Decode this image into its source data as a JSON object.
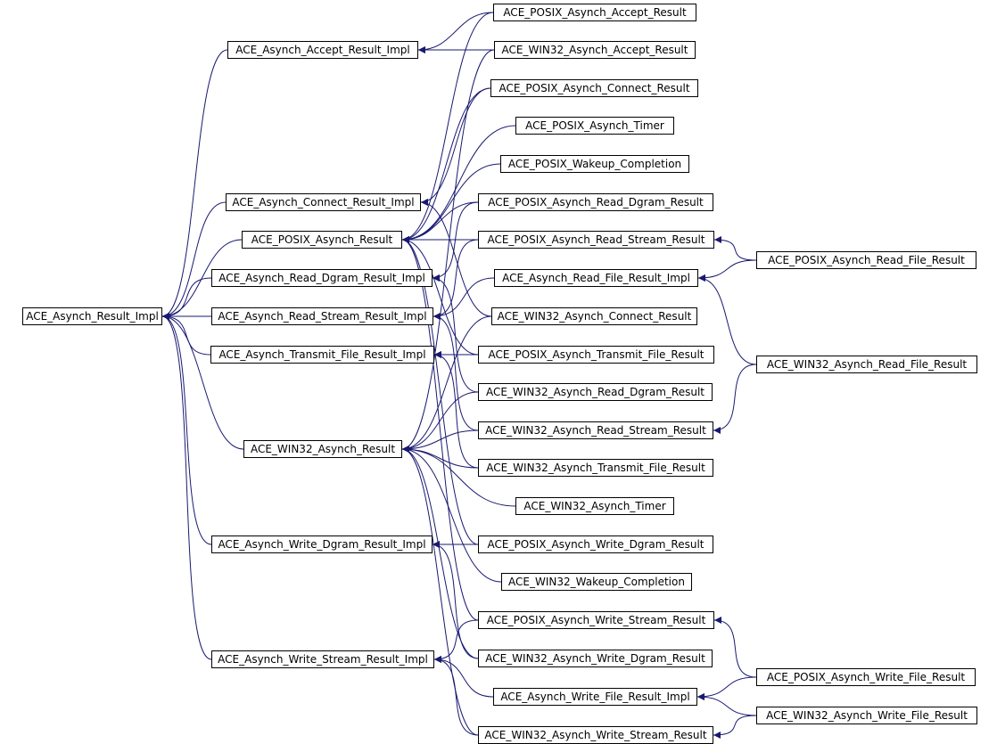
{
  "colors": {
    "edge": "#191970",
    "node_border": "#000000",
    "node_fill": "#ffffff",
    "text": "#000000"
  },
  "nodes": [
    {
      "id": "ace_asynch_result_impl",
      "label": "ACE_Asynch_Result_Impl"
    },
    {
      "id": "ace_asynch_accept_result_impl",
      "label": "ACE_Asynch_Accept_Result_Impl"
    },
    {
      "id": "ace_asynch_connect_result_impl",
      "label": "ACE_Asynch_Connect_Result_Impl"
    },
    {
      "id": "ace_posix_asynch_result",
      "label": "ACE_POSIX_Asynch_Result"
    },
    {
      "id": "ace_asynch_read_dgram_result_impl",
      "label": "ACE_Asynch_Read_Dgram_Result_Impl"
    },
    {
      "id": "ace_asynch_read_stream_result_impl",
      "label": "ACE_Asynch_Read_Stream_Result_Impl"
    },
    {
      "id": "ace_asynch_transmit_file_result_impl",
      "label": "ACE_Asynch_Transmit_File_Result_Impl"
    },
    {
      "id": "ace_win32_asynch_result",
      "label": "ACE_WIN32_Asynch_Result"
    },
    {
      "id": "ace_asynch_write_dgram_result_impl",
      "label": "ACE_Asynch_Write_Dgram_Result_Impl"
    },
    {
      "id": "ace_asynch_write_stream_result_impl",
      "label": "ACE_Asynch_Write_Stream_Result_Impl"
    },
    {
      "id": "ace_posix_asynch_accept_result",
      "label": "ACE_POSIX_Asynch_Accept_Result"
    },
    {
      "id": "ace_win32_asynch_accept_result",
      "label": "ACE_WIN32_Asynch_Accept_Result"
    },
    {
      "id": "ace_posix_asynch_connect_result",
      "label": "ACE_POSIX_Asynch_Connect_Result"
    },
    {
      "id": "ace_posix_asynch_timer",
      "label": "ACE_POSIX_Asynch_Timer"
    },
    {
      "id": "ace_posix_wakeup_completion",
      "label": "ACE_POSIX_Wakeup_Completion"
    },
    {
      "id": "ace_posix_asynch_read_dgram_result",
      "label": "ACE_POSIX_Asynch_Read_Dgram_Result"
    },
    {
      "id": "ace_posix_asynch_read_stream_result",
      "label": "ACE_POSIX_Asynch_Read_Stream_Result"
    },
    {
      "id": "ace_asynch_read_file_result_impl",
      "label": "ACE_Asynch_Read_File_Result_Impl"
    },
    {
      "id": "ace_win32_asynch_connect_result",
      "label": "ACE_WIN32_Asynch_Connect_Result"
    },
    {
      "id": "ace_posix_asynch_transmit_file_result",
      "label": "ACE_POSIX_Asynch_Transmit_File_Result"
    },
    {
      "id": "ace_win32_asynch_read_dgram_result",
      "label": "ACE_WIN32_Asynch_Read_Dgram_Result"
    },
    {
      "id": "ace_win32_asynch_read_stream_result",
      "label": "ACE_WIN32_Asynch_Read_Stream_Result"
    },
    {
      "id": "ace_win32_asynch_transmit_file_result",
      "label": "ACE_WIN32_Asynch_Transmit_File_Result"
    },
    {
      "id": "ace_win32_asynch_timer",
      "label": "ACE_WIN32_Asynch_Timer"
    },
    {
      "id": "ace_posix_asynch_write_dgram_result",
      "label": "ACE_POSIX_Asynch_Write_Dgram_Result"
    },
    {
      "id": "ace_win32_wakeup_completion",
      "label": "ACE_WIN32_Wakeup_Completion"
    },
    {
      "id": "ace_posix_asynch_write_stream_result",
      "label": "ACE_POSIX_Asynch_Write_Stream_Result"
    },
    {
      "id": "ace_win32_asynch_write_dgram_result",
      "label": "ACE_WIN32_Asynch_Write_Dgram_Result"
    },
    {
      "id": "ace_asynch_write_file_result_impl",
      "label": "ACE_Asynch_Write_File_Result_Impl"
    },
    {
      "id": "ace_win32_asynch_write_stream_result",
      "label": "ACE_WIN32_Asynch_Write_Stream_Result"
    },
    {
      "id": "ace_posix_asynch_read_file_result",
      "label": "ACE_POSIX_Asynch_Read_File_Result"
    },
    {
      "id": "ace_win32_asynch_read_file_result",
      "label": "ACE_WIN32_Asynch_Read_File_Result"
    },
    {
      "id": "ace_posix_asynch_write_file_result",
      "label": "ACE_POSIX_Asynch_Write_File_Result"
    },
    {
      "id": "ace_win32_asynch_write_file_result",
      "label": "ACE_WIN32_Asynch_Write_File_Result"
    }
  ],
  "edges": [
    {
      "from": "ace_asynch_accept_result_impl",
      "to": "ace_asynch_result_impl"
    },
    {
      "from": "ace_asynch_connect_result_impl",
      "to": "ace_asynch_result_impl"
    },
    {
      "from": "ace_posix_asynch_result",
      "to": "ace_asynch_result_impl"
    },
    {
      "from": "ace_asynch_read_dgram_result_impl",
      "to": "ace_asynch_result_impl"
    },
    {
      "from": "ace_asynch_read_stream_result_impl",
      "to": "ace_asynch_result_impl"
    },
    {
      "from": "ace_asynch_transmit_file_result_impl",
      "to": "ace_asynch_result_impl"
    },
    {
      "from": "ace_win32_asynch_result",
      "to": "ace_asynch_result_impl"
    },
    {
      "from": "ace_asynch_write_dgram_result_impl",
      "to": "ace_asynch_result_impl"
    },
    {
      "from": "ace_asynch_write_stream_result_impl",
      "to": "ace_asynch_result_impl"
    },
    {
      "from": "ace_posix_asynch_accept_result",
      "to": "ace_asynch_accept_result_impl"
    },
    {
      "from": "ace_win32_asynch_accept_result",
      "to": "ace_asynch_accept_result_impl"
    },
    {
      "from": "ace_posix_asynch_accept_result",
      "to": "ace_posix_asynch_result"
    },
    {
      "from": "ace_win32_asynch_accept_result",
      "to": "ace_win32_asynch_result"
    },
    {
      "from": "ace_posix_asynch_connect_result",
      "to": "ace_asynch_connect_result_impl"
    },
    {
      "from": "ace_win32_asynch_connect_result",
      "to": "ace_asynch_connect_result_impl"
    },
    {
      "from": "ace_posix_asynch_connect_result",
      "to": "ace_posix_asynch_result"
    },
    {
      "from": "ace_win32_asynch_connect_result",
      "to": "ace_win32_asynch_result"
    },
    {
      "from": "ace_posix_asynch_timer",
      "to": "ace_posix_asynch_result"
    },
    {
      "from": "ace_posix_wakeup_completion",
      "to": "ace_posix_asynch_result"
    },
    {
      "from": "ace_posix_asynch_read_dgram_result",
      "to": "ace_posix_asynch_result"
    },
    {
      "from": "ace_posix_asynch_read_stream_result",
      "to": "ace_posix_asynch_result"
    },
    {
      "from": "ace_posix_asynch_transmit_file_result",
      "to": "ace_posix_asynch_result"
    },
    {
      "from": "ace_posix_asynch_write_dgram_result",
      "to": "ace_posix_asynch_result"
    },
    {
      "from": "ace_posix_asynch_write_stream_result",
      "to": "ace_posix_asynch_result"
    },
    {
      "from": "ace_posix_asynch_read_dgram_result",
      "to": "ace_asynch_read_dgram_result_impl"
    },
    {
      "from": "ace_win32_asynch_read_dgram_result",
      "to": "ace_asynch_read_dgram_result_impl"
    },
    {
      "from": "ace_posix_asynch_read_stream_result",
      "to": "ace_asynch_read_stream_result_impl"
    },
    {
      "from": "ace_win32_asynch_read_stream_result",
      "to": "ace_asynch_read_stream_result_impl"
    },
    {
      "from": "ace_asynch_read_file_result_impl",
      "to": "ace_asynch_read_stream_result_impl"
    },
    {
      "from": "ace_posix_asynch_transmit_file_result",
      "to": "ace_asynch_transmit_file_result_impl"
    },
    {
      "from": "ace_win32_asynch_transmit_file_result",
      "to": "ace_asynch_transmit_file_result_impl"
    },
    {
      "from": "ace_win32_asynch_read_dgram_result",
      "to": "ace_win32_asynch_result"
    },
    {
      "from": "ace_win32_asynch_read_stream_result",
      "to": "ace_win32_asynch_result"
    },
    {
      "from": "ace_win32_asynch_transmit_file_result",
      "to": "ace_win32_asynch_result"
    },
    {
      "from": "ace_win32_asynch_timer",
      "to": "ace_win32_asynch_result"
    },
    {
      "from": "ace_win32_wakeup_completion",
      "to": "ace_win32_asynch_result"
    },
    {
      "from": "ace_win32_asynch_write_dgram_result",
      "to": "ace_win32_asynch_result"
    },
    {
      "from": "ace_win32_asynch_write_stream_result",
      "to": "ace_win32_asynch_result"
    },
    {
      "from": "ace_posix_asynch_write_dgram_result",
      "to": "ace_asynch_write_dgram_result_impl"
    },
    {
      "from": "ace_win32_asynch_write_dgram_result",
      "to": "ace_asynch_write_dgram_result_impl"
    },
    {
      "from": "ace_posix_asynch_write_stream_result",
      "to": "ace_asynch_write_stream_result_impl"
    },
    {
      "from": "ace_win32_asynch_write_stream_result",
      "to": "ace_asynch_write_stream_result_impl"
    },
    {
      "from": "ace_asynch_write_file_result_impl",
      "to": "ace_asynch_write_stream_result_impl"
    },
    {
      "from": "ace_posix_asynch_read_file_result",
      "to": "ace_posix_asynch_read_stream_result"
    },
    {
      "from": "ace_posix_asynch_read_file_result",
      "to": "ace_asynch_read_file_result_impl"
    },
    {
      "from": "ace_win32_asynch_read_file_result",
      "to": "ace_win32_asynch_read_stream_result"
    },
    {
      "from": "ace_win32_asynch_read_file_result",
      "to": "ace_asynch_read_file_result_impl"
    },
    {
      "from": "ace_posix_asynch_write_file_result",
      "to": "ace_posix_asynch_write_stream_result"
    },
    {
      "from": "ace_posix_asynch_write_file_result",
      "to": "ace_asynch_write_file_result_impl"
    },
    {
      "from": "ace_win32_asynch_write_file_result",
      "to": "ace_win32_asynch_write_stream_result"
    },
    {
      "from": "ace_win32_asynch_write_file_result",
      "to": "ace_asynch_write_file_result_impl"
    }
  ]
}
